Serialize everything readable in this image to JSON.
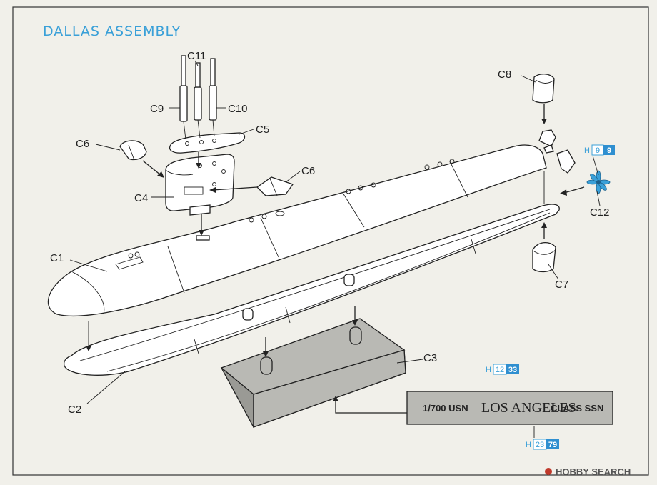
{
  "title": "DALLAS ASSEMBLY",
  "labels": {
    "c1": "C1",
    "c2": "C2",
    "c3": "C3",
    "c4": "C4",
    "c5": "C5",
    "c6a": "C6",
    "c6b": "C6",
    "c7": "C7",
    "c8": "C8",
    "c9": "C9",
    "c10": "C10",
    "c11": "C11",
    "c12": "C12"
  },
  "paint_refs": [
    {
      "prefix": "H",
      "code1": "9",
      "code2": "9"
    },
    {
      "prefix": "H",
      "code1": "12",
      "code2": "33"
    },
    {
      "prefix": "H",
      "code1": "23",
      "code2": "79"
    }
  ],
  "nameplate": {
    "scale": "1/700 USN",
    "name": "LOS ANGELES",
    "suffix": "CLASS SSN"
  },
  "watermark": "HOBBY SEARCH",
  "colors": {
    "accent": "#3aa0d8",
    "paint_box": "#2f8fd0",
    "plate": "#b9b9b4",
    "background": "#f1f0ea"
  }
}
